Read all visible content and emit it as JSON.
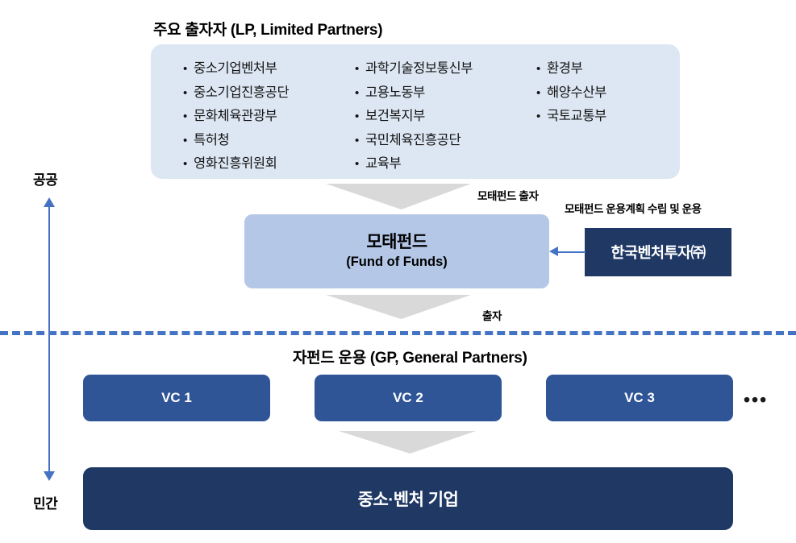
{
  "diagram": {
    "lp_section": {
      "title": "주요 출자자 (LP, Limited Partners)",
      "columns": [
        {
          "items": [
            "중소기업벤처부",
            "중소기업진흥공단",
            "문화체육관광부",
            "특허청",
            "영화진흥위원회"
          ]
        },
        {
          "items": [
            "과학기술정보통신부",
            "고용노동부",
            "보건복지부",
            "국민체육진흥공단",
            "교육부"
          ]
        },
        {
          "items": [
            "환경부",
            "해양수산부",
            "국토교통부"
          ]
        }
      ]
    },
    "arrows": {
      "lp_to_fof_label": "모태펀드 출자",
      "fof_to_vc_label": "출자",
      "operator_to_fof_label": "모태펀드 운용계획 수립 및 운용"
    },
    "fund_of_funds": {
      "name_kr": "모태펀드",
      "name_en": "(Fund of Funds)"
    },
    "operator": {
      "name": "한국벤처투자㈜"
    },
    "gp_section": {
      "title": "자펀드 운용 (GP, General Partners)",
      "funds": [
        "VC 1",
        "VC 2",
        "VC 3"
      ],
      "more_indicator": "•••"
    },
    "target": {
      "label": "중소·벤처 기업"
    },
    "axis": {
      "top_label": "공공",
      "bottom_label": "민간"
    },
    "colors": {
      "lp_pool_bg": "#dde7f3",
      "fund_of_funds_bg": "#b4c7e7",
      "vc_bg": "#2f5597",
      "navy": "#1f3864",
      "accent_blue": "#4472c4",
      "arrow_gray": "#d9d9d9"
    }
  }
}
